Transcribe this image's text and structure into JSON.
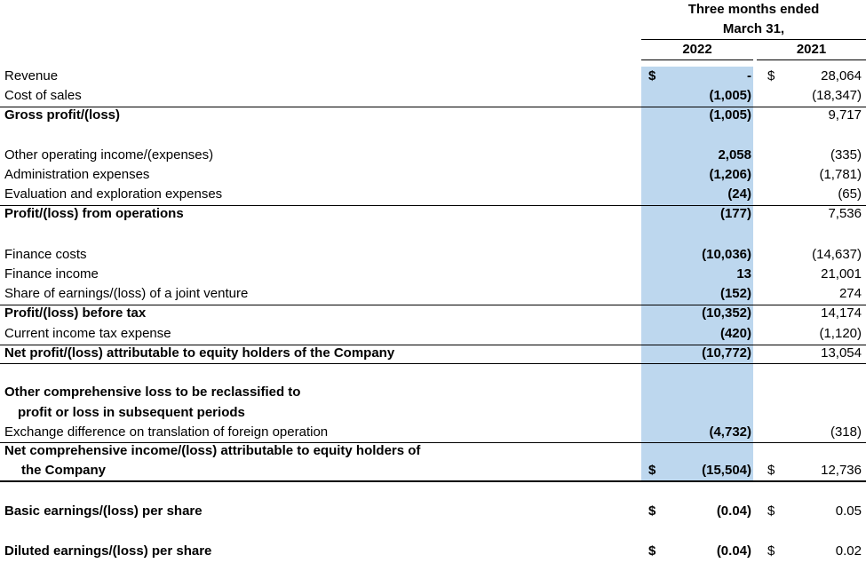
{
  "header": {
    "period_line1": "Three months ended",
    "period_line2": "March 31,",
    "year_current": "2022",
    "year_prior": "2021"
  },
  "currency_symbol": "$",
  "rows": [
    {
      "label": "Revenue",
      "v2022": "-",
      "v2021": "28,064"
    },
    {
      "label": "Cost of sales",
      "v2022": "(1,005)",
      "v2021": "(18,347)"
    },
    {
      "label": "Gross profit/(loss)",
      "v2022": "(1,005)",
      "v2021": "9,717"
    },
    {
      "label": "Other operating income/(expenses)",
      "v2022": "2,058",
      "v2021": "(335)"
    },
    {
      "label": "Administration expenses",
      "v2022": "(1,206)",
      "v2021": "(1,781)"
    },
    {
      "label": "Evaluation and exploration expenses",
      "v2022": "(24)",
      "v2021": "(65)"
    },
    {
      "label": "Profit/(loss) from operations",
      "v2022": "(177)",
      "v2021": "7,536"
    },
    {
      "label": "Finance costs",
      "v2022": "(10,036)",
      "v2021": "(14,637)"
    },
    {
      "label": "Finance income",
      "v2022": "13",
      "v2021": "21,001"
    },
    {
      "label": "Share of earnings/(loss) of a joint venture",
      "v2022": "(152)",
      "v2021": "274"
    },
    {
      "label": "Profit/(loss) before tax",
      "v2022": "(10,352)",
      "v2021": "14,174"
    },
    {
      "label": "Current income tax expense",
      "v2022": "(420)",
      "v2021": "(1,120)"
    },
    {
      "label": "Net profit/(loss) attributable to equity holders of the Company",
      "v2022": "(10,772)",
      "v2021": "13,054"
    },
    {
      "label": "Other comprehensive loss to be reclassified to"
    },
    {
      "label": "profit or loss in subsequent periods"
    },
    {
      "label": "Exchange difference on translation of foreign operation",
      "v2022": "(4,732)",
      "v2021": "(318)"
    },
    {
      "label": "Net comprehensive income/(loss) attributable to equity holders of"
    },
    {
      "label": "the Company",
      "v2022": "(15,504)",
      "v2021": "12,736"
    },
    {
      "label": "Basic earnings/(loss) per share",
      "v2022": "(0.04)",
      "v2021": "0.05"
    },
    {
      "label": "Diluted earnings/(loss) per share",
      "v2022": "(0.04)",
      "v2021": "0.02"
    }
  ]
}
